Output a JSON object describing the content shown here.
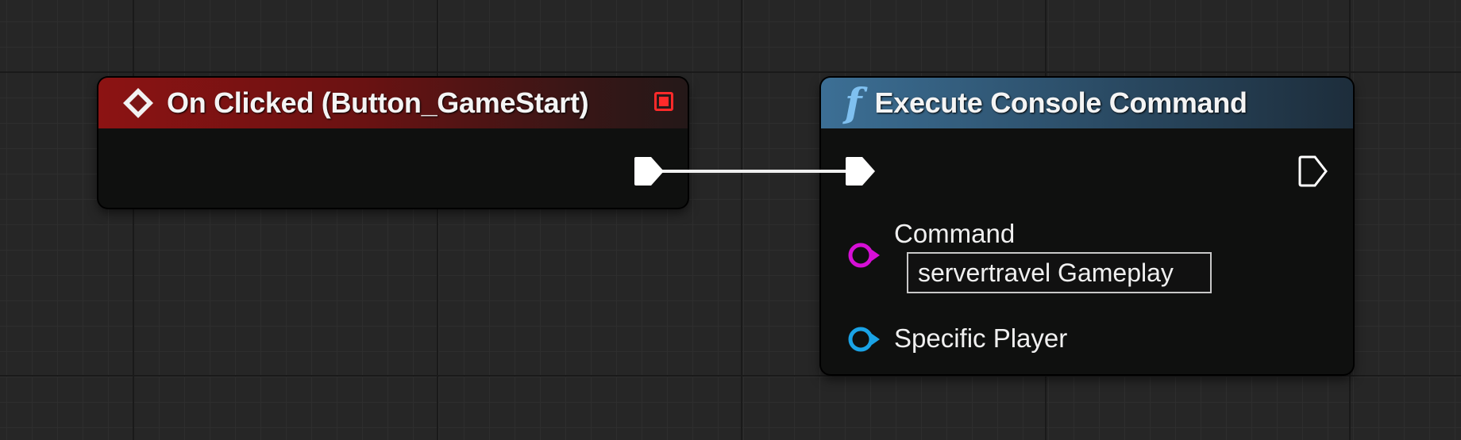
{
  "event_node": {
    "title": "On Clicked (Button_GameStart)",
    "header_color": "#8c1313",
    "icon": "event-diamond-icon",
    "delegate_pin_icon": "delegate-square-icon",
    "delegate_pin_color": "#ff2a2a"
  },
  "function_node": {
    "title": "Execute Console Command",
    "header_color": "#3c6f95",
    "icon": "function-f-icon",
    "icon_glyph": "f",
    "pins": {
      "command": {
        "label": "Command",
        "value": "servertravel Gameplay",
        "color": "#d60fd6",
        "icon": "string-pin-icon"
      },
      "specific_player": {
        "label": "Specific Player",
        "color": "#1aa3e6",
        "icon": "object-pin-icon"
      }
    }
  },
  "connection": {
    "type": "exec-wire",
    "color": "#f0f0f0"
  }
}
